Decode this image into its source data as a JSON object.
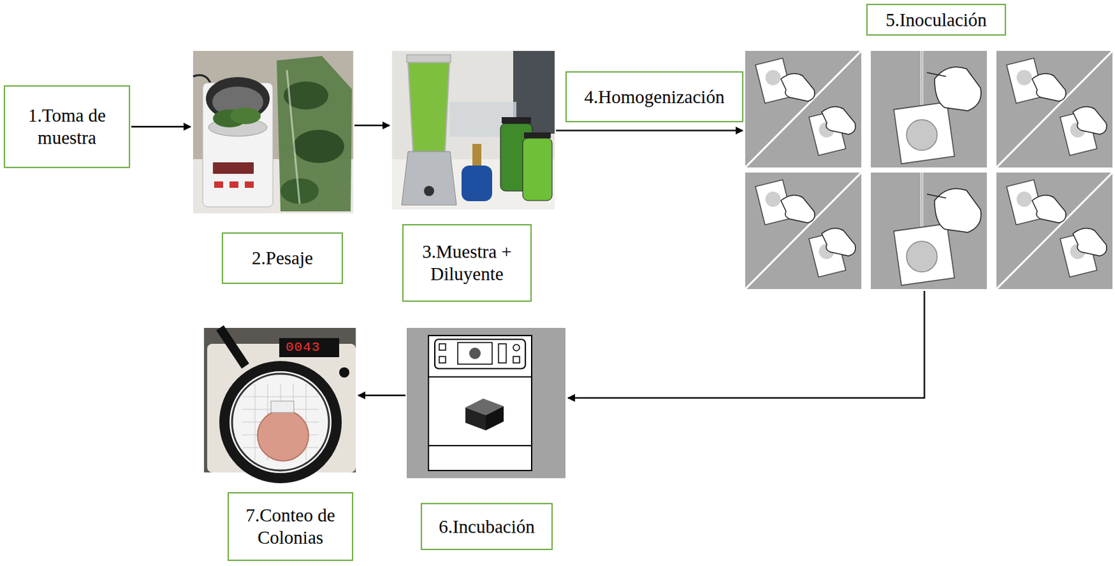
{
  "diagram": {
    "nodes": [
      {
        "text": [
          "1.Toma de muestra"
        ]
      },
      {
        "text": [
          "2.Pesaje"
        ]
      },
      {
        "text": [
          "3.Muestra + Diluyente"
        ]
      },
      {
        "text": [
          "4.Homogenización"
        ]
      },
      {
        "text": [
          "5.Inoculación"
        ]
      },
      {
        "text": [
          "6.Incubación"
        ]
      },
      {
        "text": [
          "7.Conteo de Colonias"
        ]
      }
    ],
    "edges": [
      {
        "from": 0,
        "to": 1,
        "arrow": "to"
      },
      {
        "from": 1,
        "to": 2,
        "arrow": "to"
      },
      {
        "from": 2,
        "to": 4,
        "arrow": "to"
      },
      {
        "from": 4,
        "to": 5,
        "arrow": "to"
      },
      {
        "from": 5,
        "to": 6,
        "arrow": "to"
      }
    ],
    "labels": [
      "0043"
    ]
  }
}
